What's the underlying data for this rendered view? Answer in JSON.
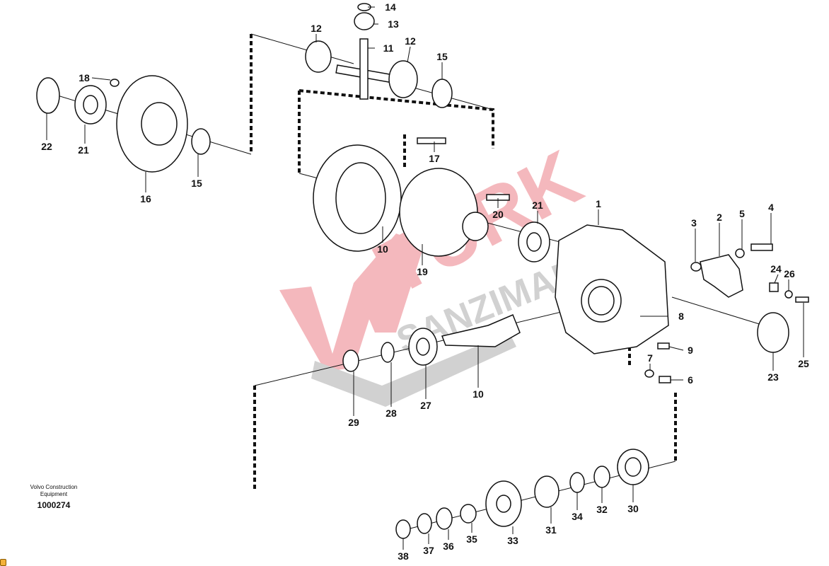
{
  "diagram": {
    "publisher_line": "Volvo Construction Equipment",
    "figure_number": "1000274",
    "watermark": {
      "line1": "TURK",
      "line2": "SANZIMAN",
      "color_red": "#e8646e",
      "color_gray": "#9a9a9a"
    },
    "callouts": [
      "14",
      "13",
      "11",
      "12",
      "12",
      "15",
      "18",
      "22",
      "21",
      "16",
      "15",
      "17",
      "20",
      "10",
      "19",
      "21",
      "1",
      "3",
      "2",
      "5",
      "4",
      "24",
      "26",
      "8",
      "9",
      "7",
      "6",
      "23",
      "25",
      "29",
      "28",
      "27",
      "10",
      "30",
      "32",
      "34",
      "31",
      "33",
      "35",
      "36",
      "37",
      "38"
    ]
  }
}
